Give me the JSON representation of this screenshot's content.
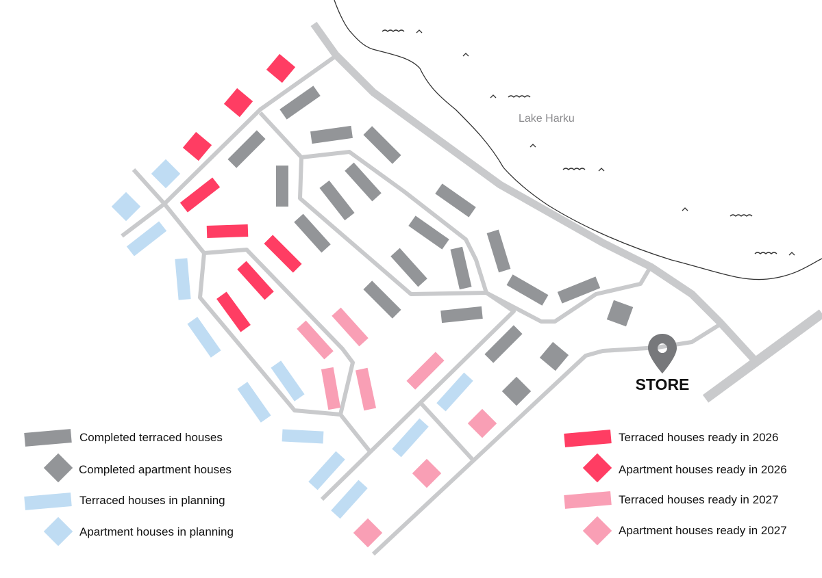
{
  "map": {
    "lake_label": "Lake Harku",
    "store_label": "STORE",
    "store_icon": "map-pin-icon"
  },
  "colors": {
    "completed": "#939598",
    "planning": "#bfdcf3",
    "ready_2026": "#ff3d63",
    "ready_2027": "#f99fb5",
    "road": "#c9cacc",
    "shore": "#333333"
  },
  "legend": {
    "left": [
      {
        "label": "Completed terraced houses",
        "shape": "terraced",
        "status": "completed"
      },
      {
        "label": "Completed apartment houses",
        "shape": "apartment",
        "status": "completed"
      },
      {
        "label": "Terraced houses in planning",
        "shape": "terraced",
        "status": "planning"
      },
      {
        "label": "Apartment houses in planning",
        "shape": "apartment",
        "status": "planning"
      }
    ],
    "right": [
      {
        "label": "Terraced houses ready in 2026",
        "shape": "terraced",
        "status": "ready_2026"
      },
      {
        "label": "Apartment houses ready in 2026",
        "shape": "apartment",
        "status": "ready_2026"
      },
      {
        "label": "Terraced houses ready in 2027",
        "shape": "terraced",
        "status": "ready_2027"
      },
      {
        "label": "Apartment houses ready in 2027",
        "shape": "apartment",
        "status": "ready_2027"
      }
    ]
  }
}
